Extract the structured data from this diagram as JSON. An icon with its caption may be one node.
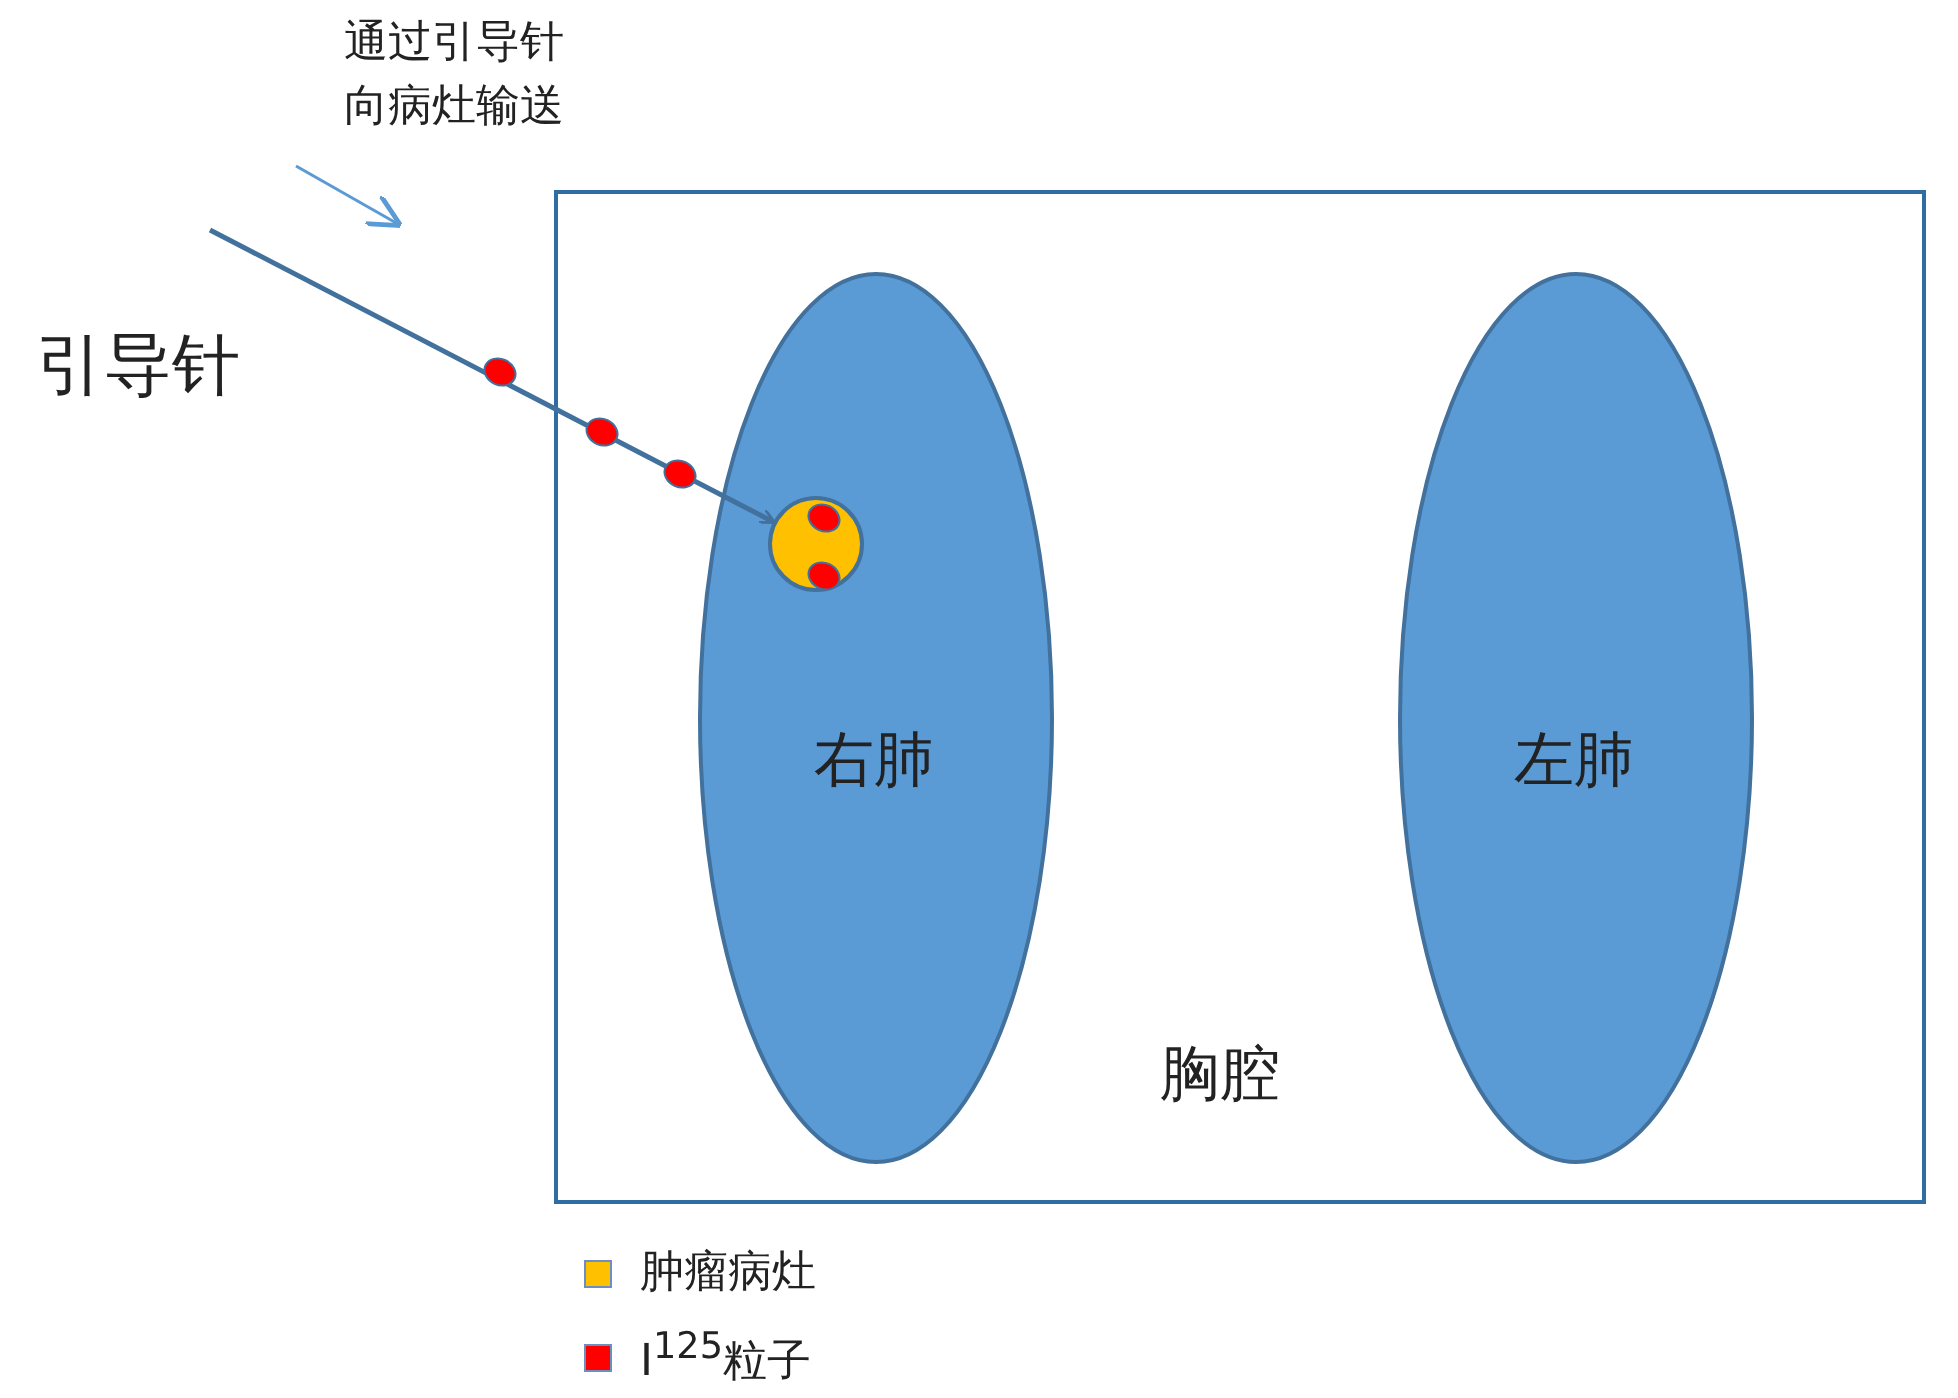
{
  "diagram": {
    "nodes": [
      {
        "text": [
          "胸腔"
        ]
      },
      {
        "text": [
          "右肺"
        ],
        "in": 0
      },
      {
        "text": [
          "左肺"
        ],
        "in": 0
      },
      {
        "text": [],
        "shape": "circle",
        "in": 1
      }
    ],
    "edges": [
      {
        "from": null,
        "to": 3,
        "arrow": "to"
      }
    ],
    "labels": [
      "通过引导针向病灶输送",
      "引导针"
    ],
    "legend": [
      {
        "text": "肿瘤病灶",
        "color": "#ffc000"
      },
      {
        "text": "I$^{125}$粒子",
        "color": "#ff0000"
      }
    ]
  }
}
